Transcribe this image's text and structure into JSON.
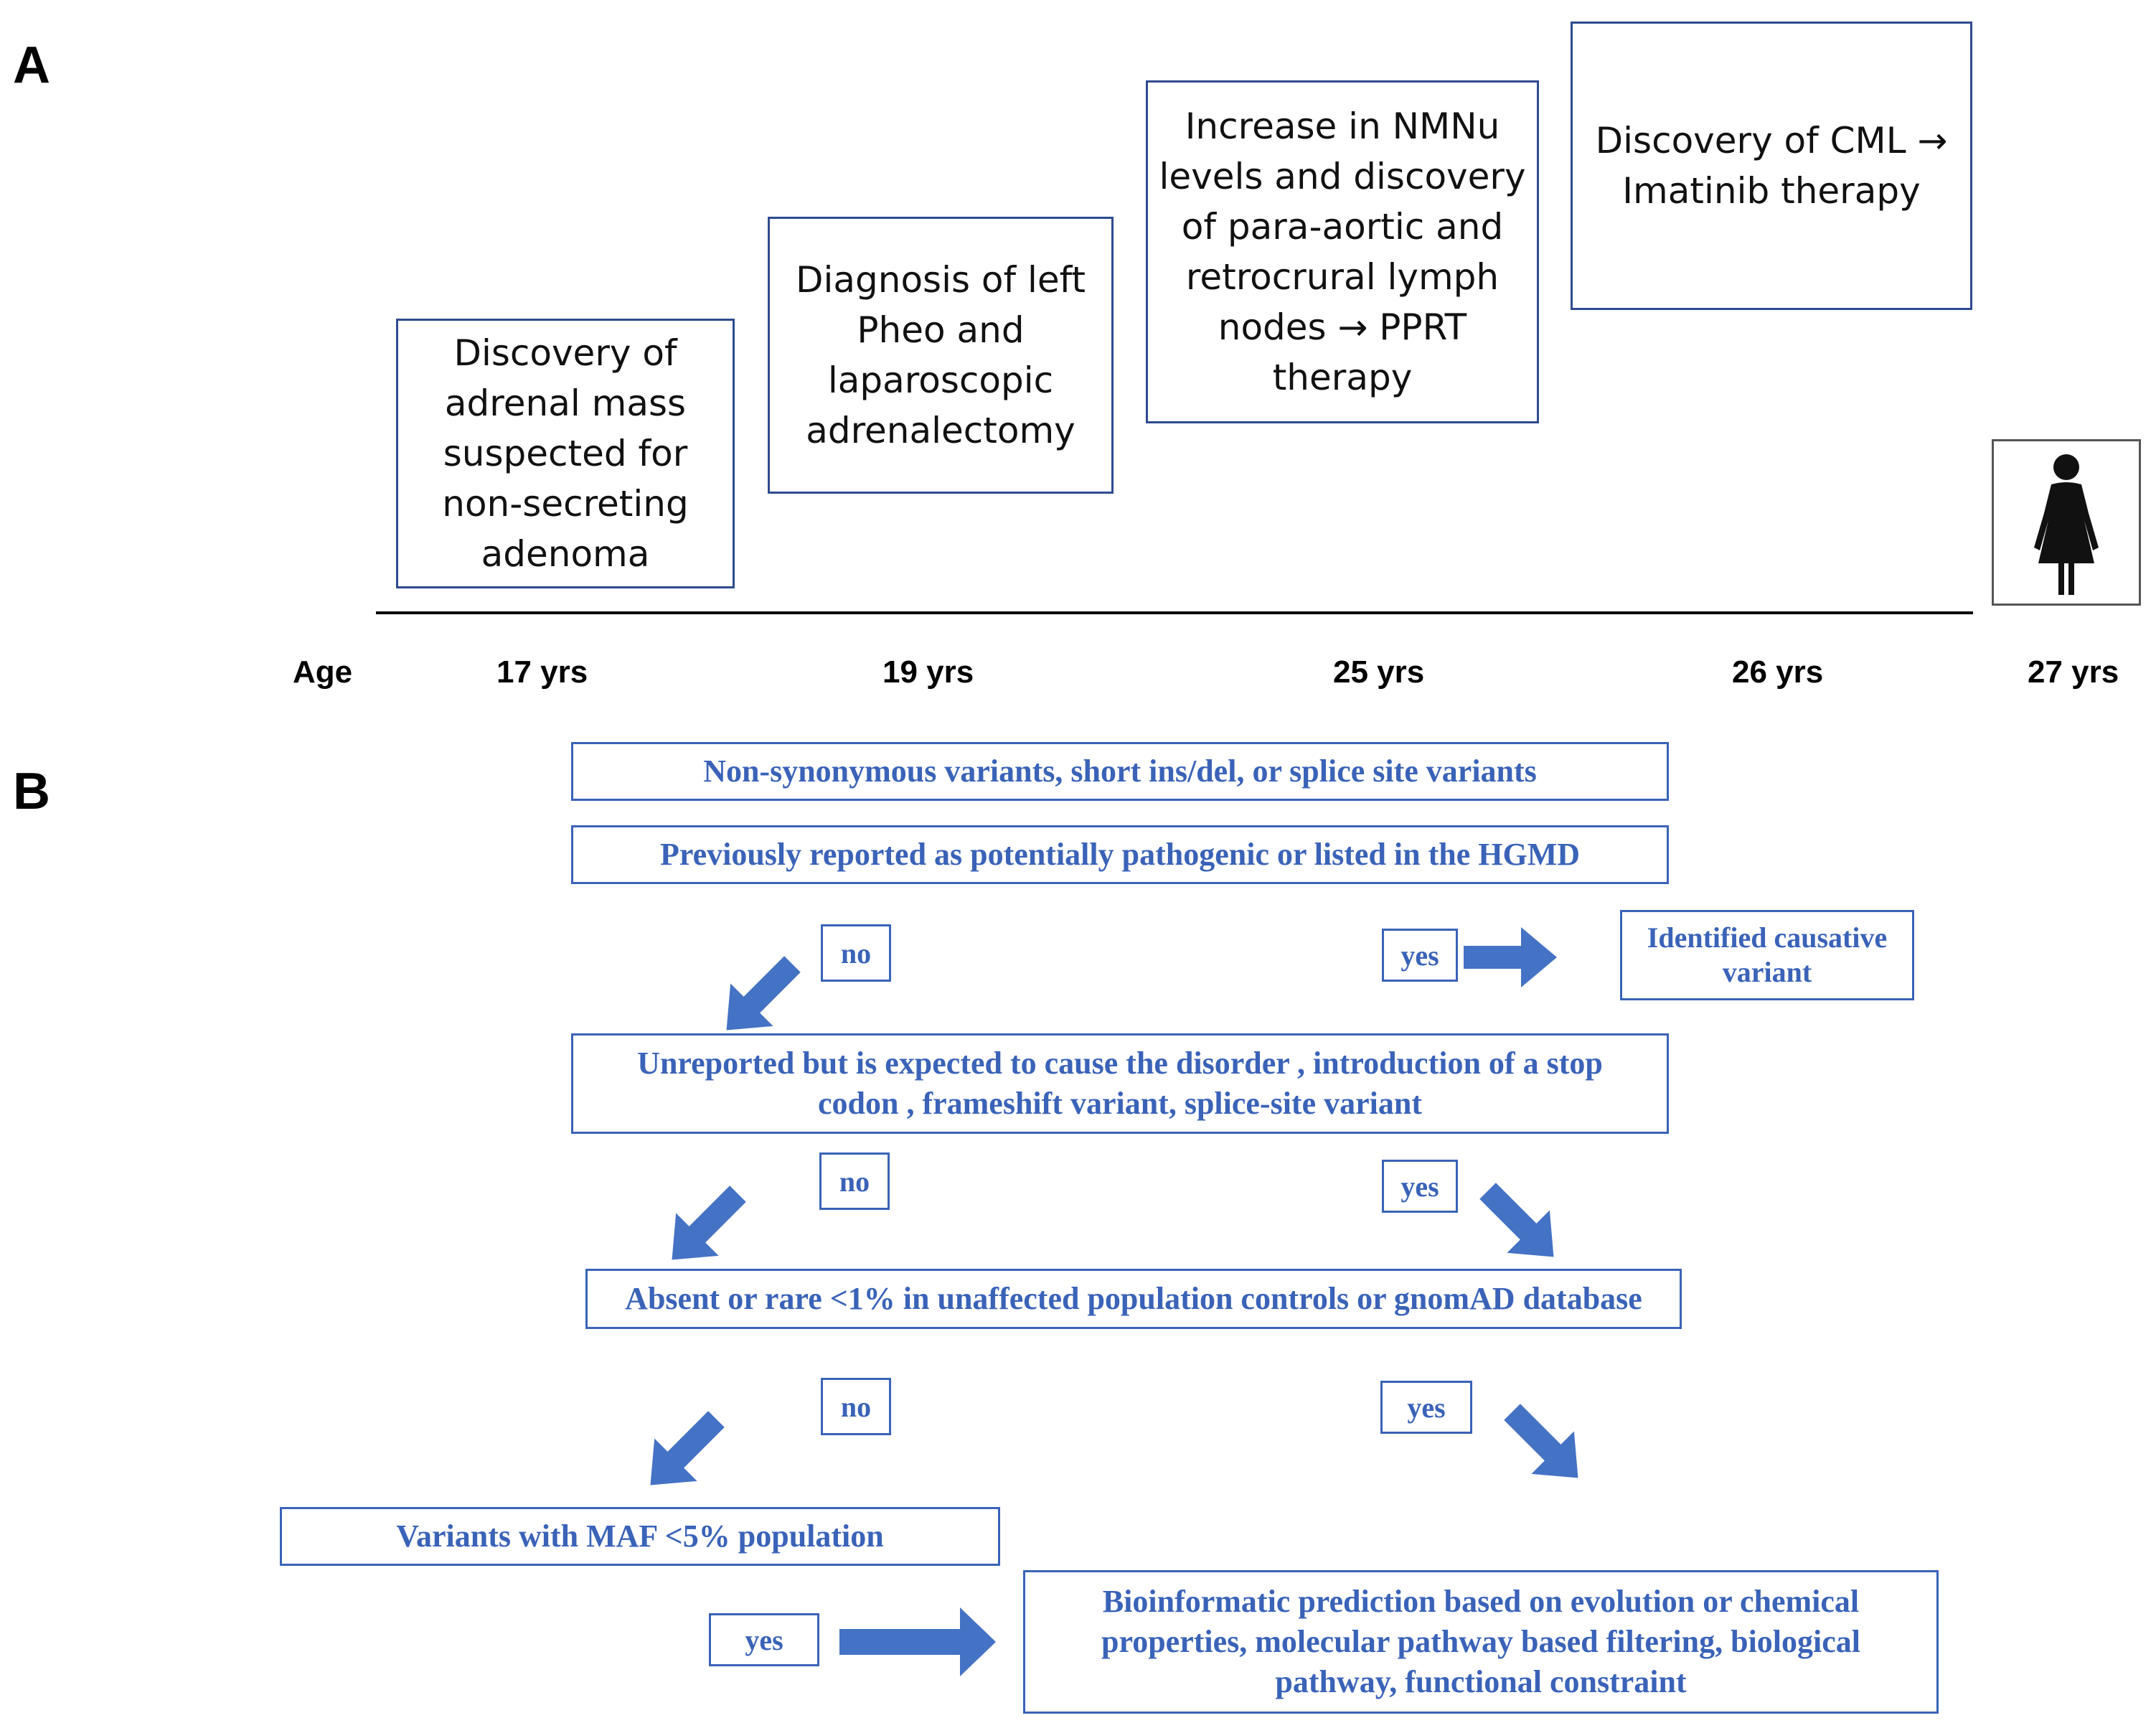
{
  "panel_a": {
    "label": "A",
    "events": [
      "Discovery of\nadrenal mass\nsuspected for\nnon-secreting\nadenoma",
      "Diagnosis of left\nPheo and\nlaparoscopic\nadrenalectomy",
      "Increase in NMNu\nlevels and  discovery\nof para-aortic and\nretrocrural lymph\nnodes → PPRT\ntherapy",
      "Discovery of CML →\nImatinib therapy"
    ],
    "age_label": "Age",
    "ages": [
      "17 yrs",
      "19 yrs",
      "25 yrs",
      "26 yrs",
      "27 yrs"
    ],
    "patient_icon": "female-person-icon"
  },
  "panel_b": {
    "label": "B",
    "boxes": {
      "variants": "Non-synonymous variants, short ins/del, or splice site variants",
      "reported": "Previously reported as potentially pathogenic or listed  in the HGMD",
      "causative": "Identified causative variant",
      "unreported": "Unreported but is expected to cause the disorder , introduction of a stop codon , frameshift variant, splice-site variant",
      "absent": "Absent or rare <1% in unaffected population controls or gnomAD database",
      "maf": "Variants with MAF  <5% population",
      "bioinformatic": "Bioinformatic prediction based on evolution or chemical properties, molecular pathway  based filtering, biological pathway,  functional constraint"
    },
    "decisions": {
      "no1": "no",
      "yes1": "yes",
      "no2": "no",
      "yes2": "yes",
      "no3": "no",
      "yes3": "yes",
      "yes4": "yes"
    },
    "arrow_color": "#4472c4"
  }
}
